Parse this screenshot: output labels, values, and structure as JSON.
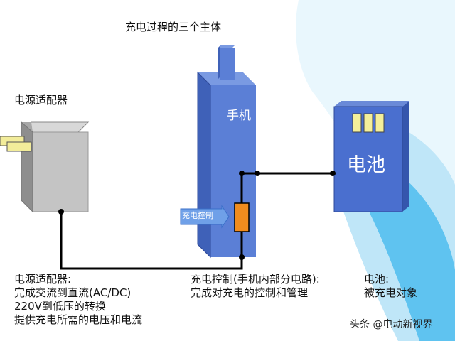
{
  "title": "充电过程的三个主体",
  "adapter": {
    "label": "电源适配器",
    "description": [
      "电源适配器:",
      "完成交流到直流(AC/DC)",
      "220V到低压的转换",
      "提供充电所需的电压和电流"
    ],
    "colors": {
      "front": "#c4c4c4",
      "side": "#8e8e8e",
      "top": "#d8d8d8",
      "prongs": "#f2ec9a"
    }
  },
  "phone": {
    "label": "手机",
    "charge_control_label": "充电控制",
    "description": [
      "充电控制(手机内部分电路):",
      "完成对充电的控制和管理"
    ],
    "colors": {
      "front": "#5b7fd6",
      "side": "#3f61b8",
      "top": "#7a9ae2",
      "controller": "#f08c1e"
    }
  },
  "battery": {
    "label": "电池",
    "description": [
      "电池:",
      "被充电对象"
    ],
    "colors": {
      "front": "#4a6fcf",
      "side": "#3556ad",
      "top": "#6a8ad8",
      "cells": "#f4ef9a"
    }
  },
  "arrow_color": "#6fa0e8",
  "background_accent": "#5fc3f0",
  "watermark": "头条 @电动新视界"
}
